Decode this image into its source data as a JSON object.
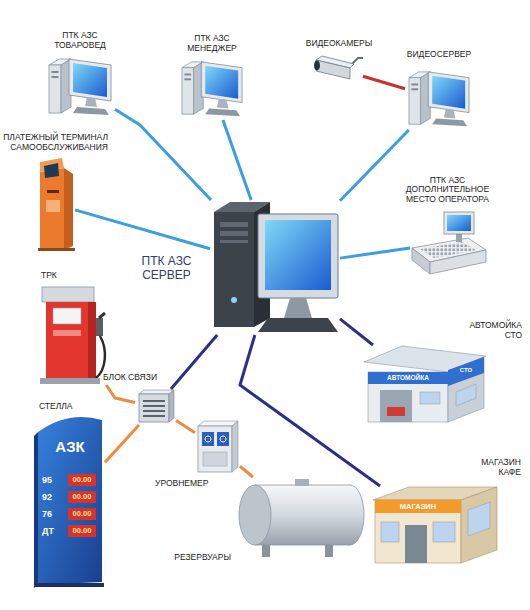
{
  "diagram": {
    "nodes": [
      {
        "text": [
          "ПТК АЗС ТОВАРОВЕД"
        ]
      },
      {
        "text": [
          "ПТК АЗС МЕНЕДЖЕР"
        ]
      },
      {
        "text": [
          "ВИДЕОКАМЕРЫ"
        ]
      },
      {
        "text": [
          "ВИДЕОСЕРВЕР"
        ]
      },
      {
        "text": [
          "ПЛАТЕЖНЫЙ ТЕРМИНАЛ САМООБСЛУЖИВАНИЯ"
        ]
      },
      {
        "text": [
          "ПТК АЗС ДОПОЛНИТЕЛЬНОЕ МЕСТО ОПЕРАТОРА"
        ]
      },
      {
        "text": [
          "ПТК АЗС СЕРВЕР"
        ]
      },
      {
        "text": [
          "ТРК"
        ]
      },
      {
        "text": [
          "БЛОК СВЯЗИ"
        ]
      },
      {
        "text": [
          "АВТОМОЙКА СТО"
        ]
      },
      {
        "text": [
          "СТЕЛЛА"
        ]
      },
      {
        "text": [
          "УРОВНЕМЕР"
        ]
      },
      {
        "text": [
          "МАГАЗИН КАФЕ"
        ]
      },
      {
        "text": [
          "РЕЗЕРВУАРЫ"
        ]
      }
    ],
    "edges": [
      {
        "from": 0,
        "to": 6,
        "arrow": "none"
      },
      {
        "from": 1,
        "to": 6,
        "arrow": "none"
      },
      {
        "from": 2,
        "to": 3,
        "arrow": "none"
      },
      {
        "from": 3,
        "to": 6,
        "arrow": "none"
      },
      {
        "from": 4,
        "to": 6,
        "arrow": "none"
      },
      {
        "from": 5,
        "to": 6,
        "arrow": "none"
      },
      {
        "from": 6,
        "to": 9,
        "arrow": "none"
      },
      {
        "from": 6,
        "to": 12,
        "arrow": "none"
      },
      {
        "from": 6,
        "to": 8,
        "arrow": "none"
      },
      {
        "from": 7,
        "to": 8,
        "arrow": "none"
      },
      {
        "from": 10,
        "to": 8,
        "arrow": "none"
      },
      {
        "from": 11,
        "to": 8,
        "arrow": "none"
      },
      {
        "from": 11,
        "to": 13,
        "arrow": "none"
      }
    ],
    "labels": [
      "АЗК",
      "95",
      "00.00",
      "92",
      "00.00",
      "76",
      "00.00",
      "ДТ",
      "00.00",
      "АВТОМОЙКА",
      "СТО",
      "МАГАЗИН"
    ]
  }
}
